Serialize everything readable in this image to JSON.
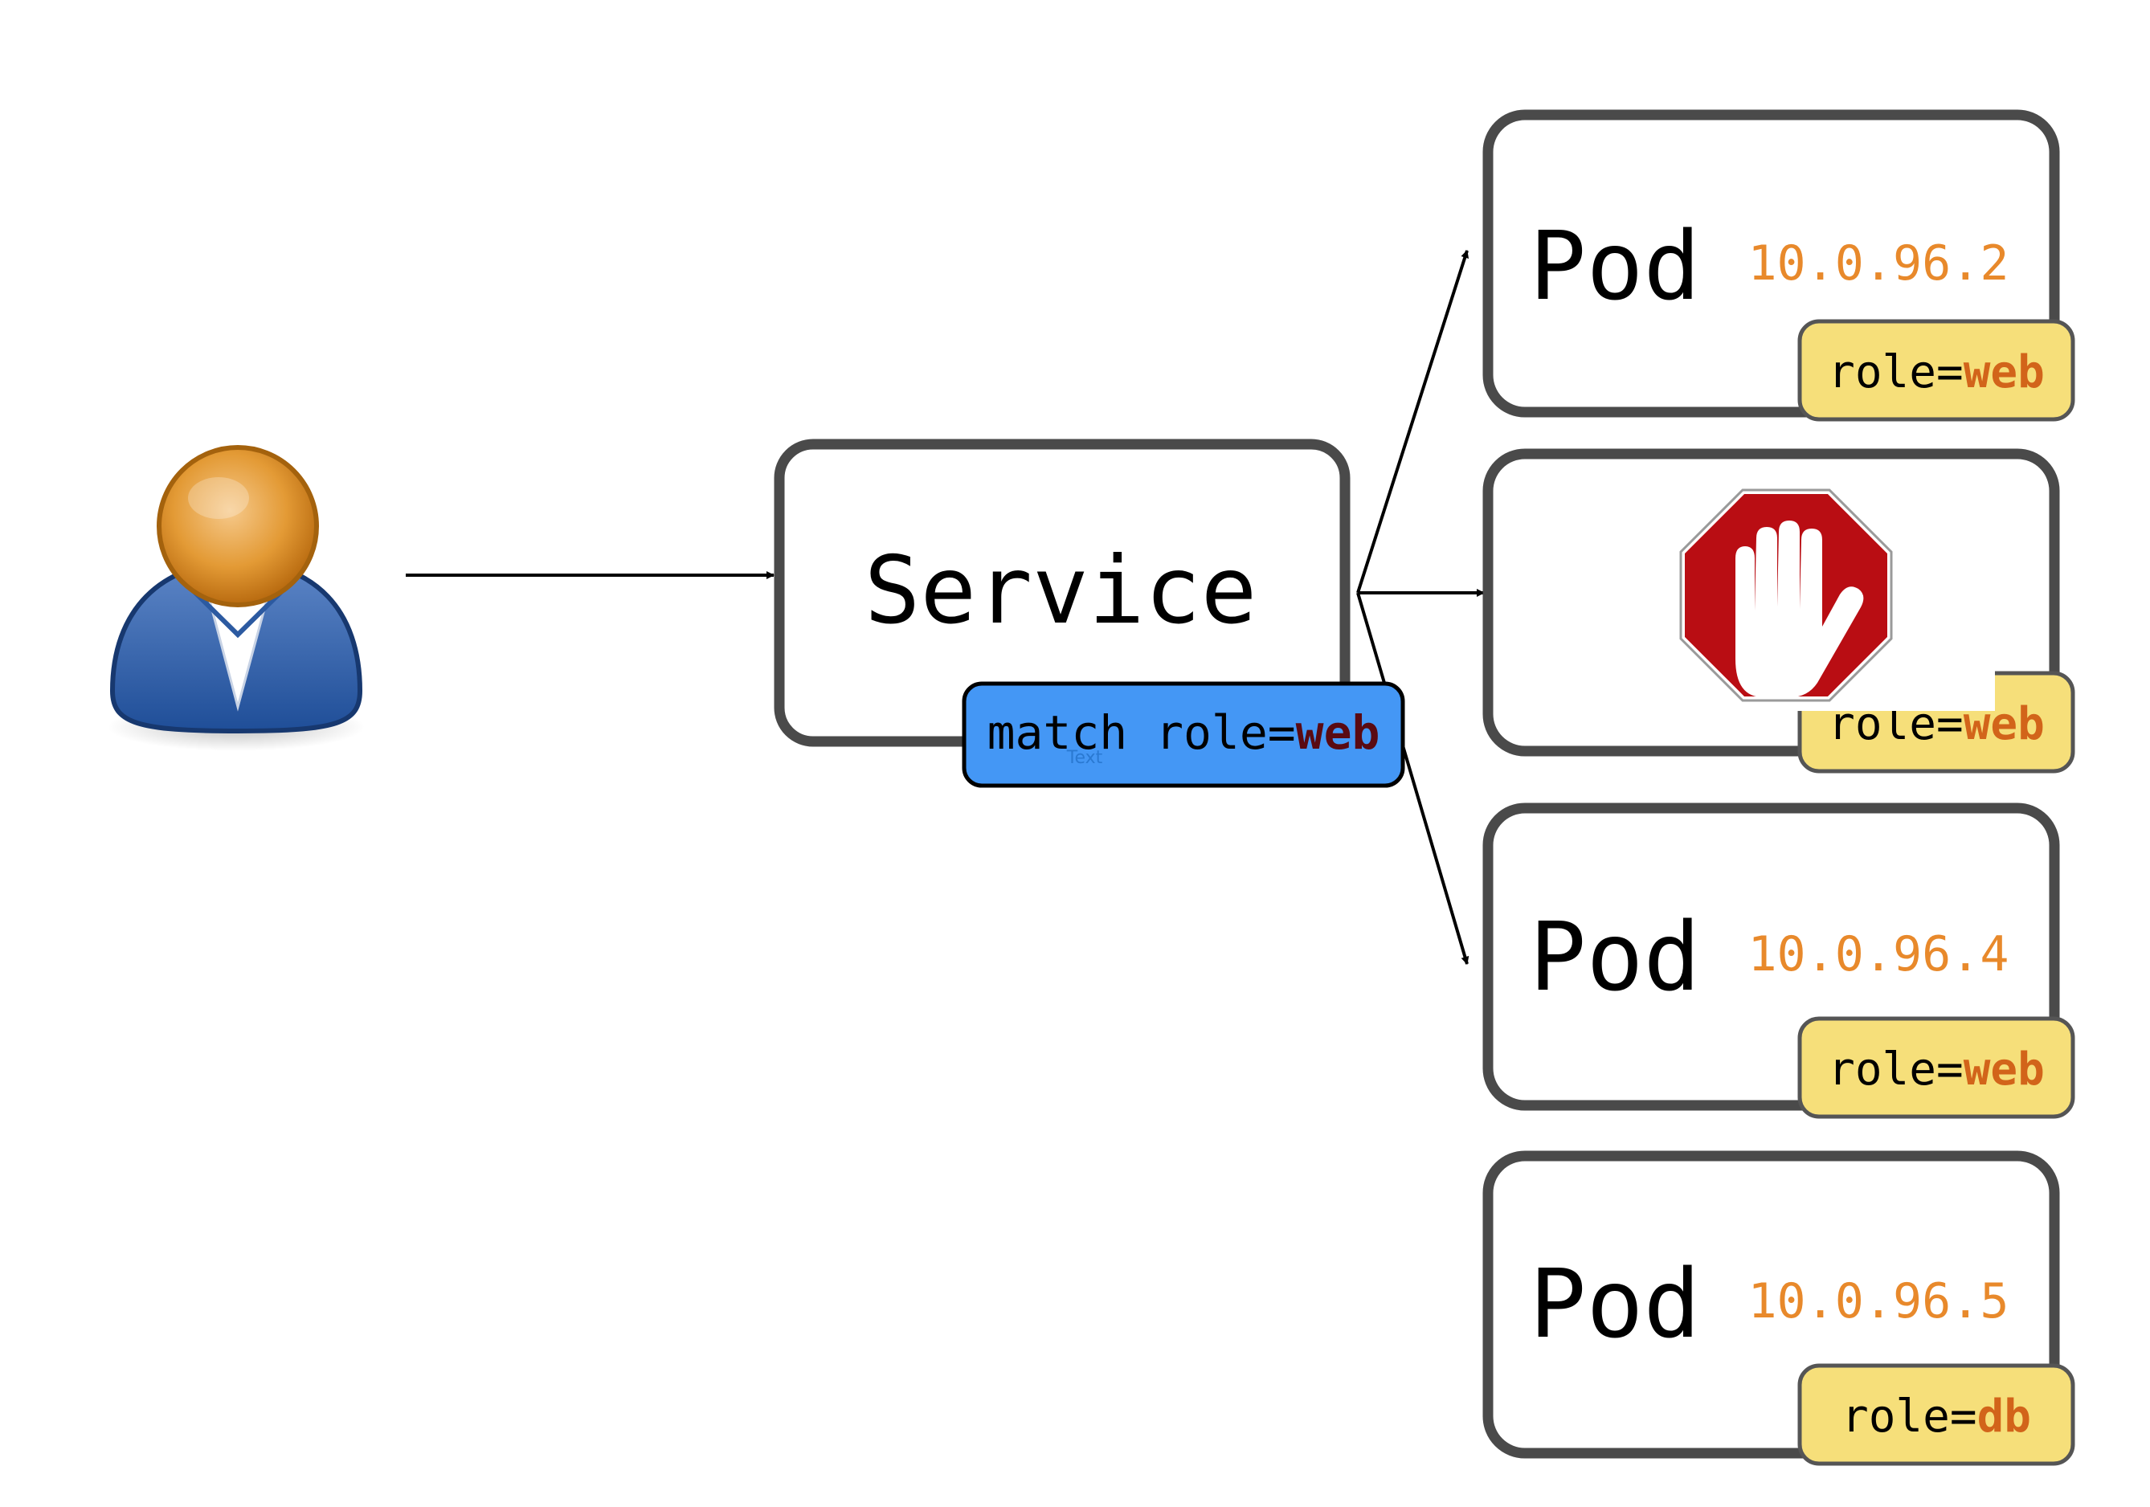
{
  "service": {
    "label": "Service",
    "selector": {
      "prefix": "match role=",
      "value": "web",
      "faint_text": "Text"
    }
  },
  "pods": [
    {
      "label": "Pod",
      "ip": "10.0.96.2",
      "tag_key": "role=",
      "tag_value": "web",
      "blocked": false
    },
    {
      "label": "",
      "ip": "",
      "tag_key": "role=",
      "tag_value": "web",
      "blocked": true
    },
    {
      "label": "Pod",
      "ip": "10.0.96.4",
      "tag_key": "role=",
      "tag_value": "web",
      "blocked": false
    },
    {
      "label": "Pod",
      "ip": "10.0.96.5",
      "tag_key": "role=",
      "tag_value": "db",
      "blocked": false
    }
  ],
  "icons": {
    "user": "user-icon",
    "stop": "stop-hand-icon"
  },
  "colors": {
    "box_stroke": "#4a4a4a",
    "ip_text": "#e8892b",
    "tag_fill": "#f6df7a",
    "tag_value": "#d2641a",
    "selector_fill": "#4497f5",
    "selector_value": "#5a0a12",
    "stop_red": "#b90d13"
  }
}
